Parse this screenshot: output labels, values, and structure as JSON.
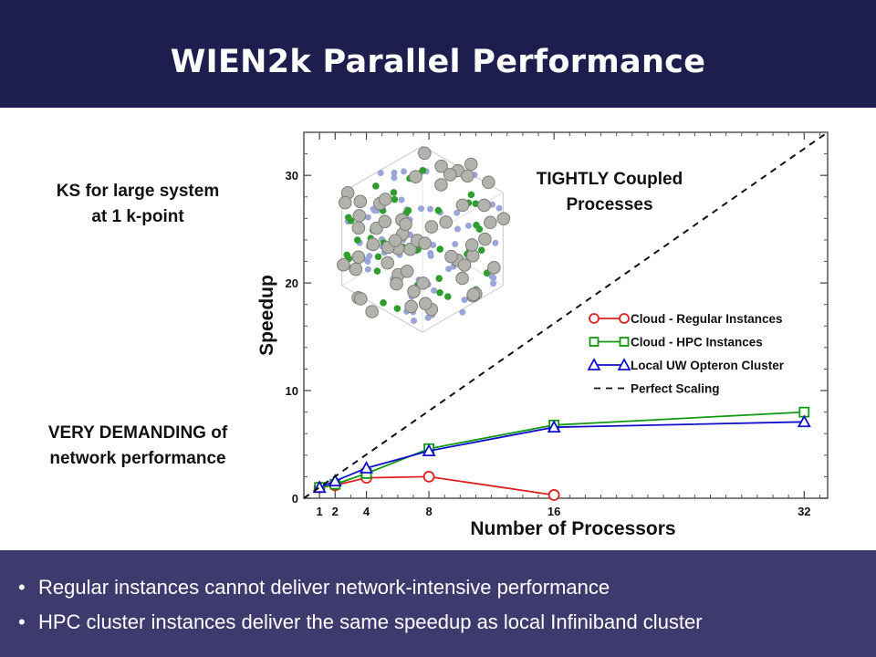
{
  "header": {
    "title": "WIEN2k Parallel Performance"
  },
  "notes": {
    "top": [
      "KS for large system",
      "at 1 k-point"
    ],
    "bottom": [
      "VERY DEMANDING of",
      "network performance"
    ]
  },
  "chart_data": {
    "type": "line",
    "xlabel": "Number of Processors",
    "ylabel": "Speedup",
    "annotation": [
      "TIGHTLY Coupled",
      "Processes"
    ],
    "xlim": [
      0,
      33.5
    ],
    "ylim": [
      0,
      34
    ],
    "xticks": [
      1,
      2,
      4,
      8,
      16,
      32
    ],
    "yticks": [
      0,
      10,
      20,
      30
    ],
    "legend_position": "middle-right",
    "series": [
      {
        "name": "Cloud - Regular Instances",
        "color": "#e02020",
        "marker": "circle",
        "dash": false,
        "x": [
          1,
          2,
          4,
          8,
          16
        ],
        "y": [
          1.0,
          1.2,
          1.9,
          2.0,
          0.3
        ]
      },
      {
        "name": "Cloud - HPC Instances",
        "color": "#119911",
        "marker": "square",
        "dash": false,
        "x": [
          1,
          2,
          4,
          8,
          16,
          32
        ],
        "y": [
          1.0,
          1.3,
          2.3,
          4.6,
          6.8,
          8.0
        ]
      },
      {
        "name": "Local UW Opteron Cluster",
        "color": "#1010cc",
        "marker": "triangle",
        "dash": false,
        "x": [
          1,
          2,
          4,
          8,
          16,
          32
        ],
        "y": [
          1.0,
          1.6,
          2.8,
          4.4,
          6.6,
          7.1
        ]
      },
      {
        "name": "Perfect Scaling",
        "color": "#111111",
        "marker": "none",
        "dash": true,
        "x": [
          0,
          33.5
        ],
        "y": [
          0,
          34
        ]
      }
    ]
  },
  "footer": {
    "bullets": [
      "Regular instances cannot deliver network-intensive performance",
      "HPC cluster instances deliver the same speedup as local Infiniband cluster"
    ]
  }
}
